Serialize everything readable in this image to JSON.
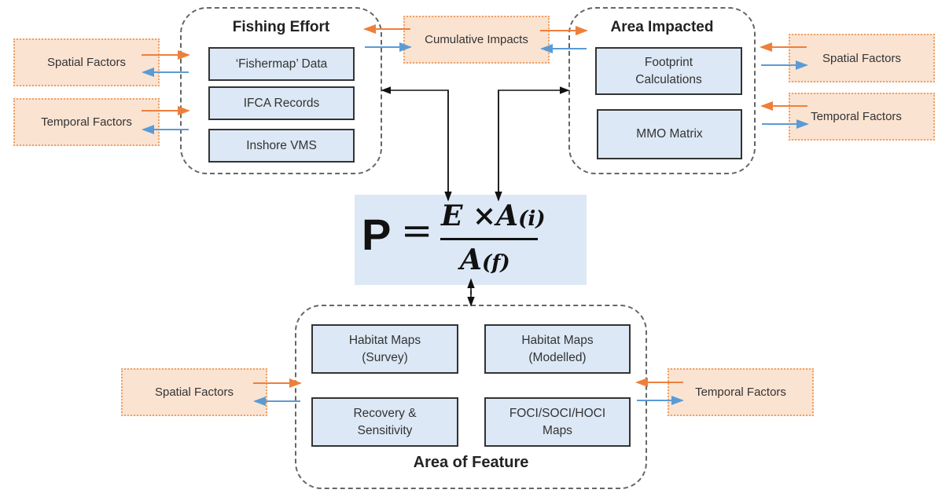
{
  "groups": {
    "fishing_effort": {
      "title": "Fishing Effort",
      "sources": [
        "‘Fishermap’ Data",
        "IFCA Records",
        "Inshore VMS"
      ]
    },
    "area_impacted": {
      "title": "Area Impacted",
      "sources": [
        "Footprint\nCalculations",
        "MMO Matrix"
      ]
    },
    "area_of_feature": {
      "title": "Area of Feature",
      "sources": [
        "Habitat Maps\n(Survey)",
        "Habitat Maps\n(Modelled)",
        "Recovery &\nSensitivity",
        "FOCI/SOCI/HOCI\nMaps"
      ]
    }
  },
  "factors": {
    "left_top": "Spatial Factors",
    "left_bottom": "Temporal Factors",
    "right_top": "Spatial Factors",
    "right_bottom": "Temporal Factors",
    "bottom_left": "Spatial Factors",
    "bottom_right": "Temporal Factors",
    "cumulative": "Cumulative Impacts"
  },
  "formula": {
    "lhs": "P",
    "equals": "=",
    "numerator_main": "E ×A",
    "numerator_sub": "(i)",
    "denominator_main": "A",
    "denominator_sub": "(f)"
  },
  "colors": {
    "orange_arrow": "#ee7f3b",
    "blue_arrow": "#5b9bd5",
    "source_fill": "#dce8f5",
    "factor_fill": "#fbe3d2",
    "factor_border": "#f0a063"
  }
}
